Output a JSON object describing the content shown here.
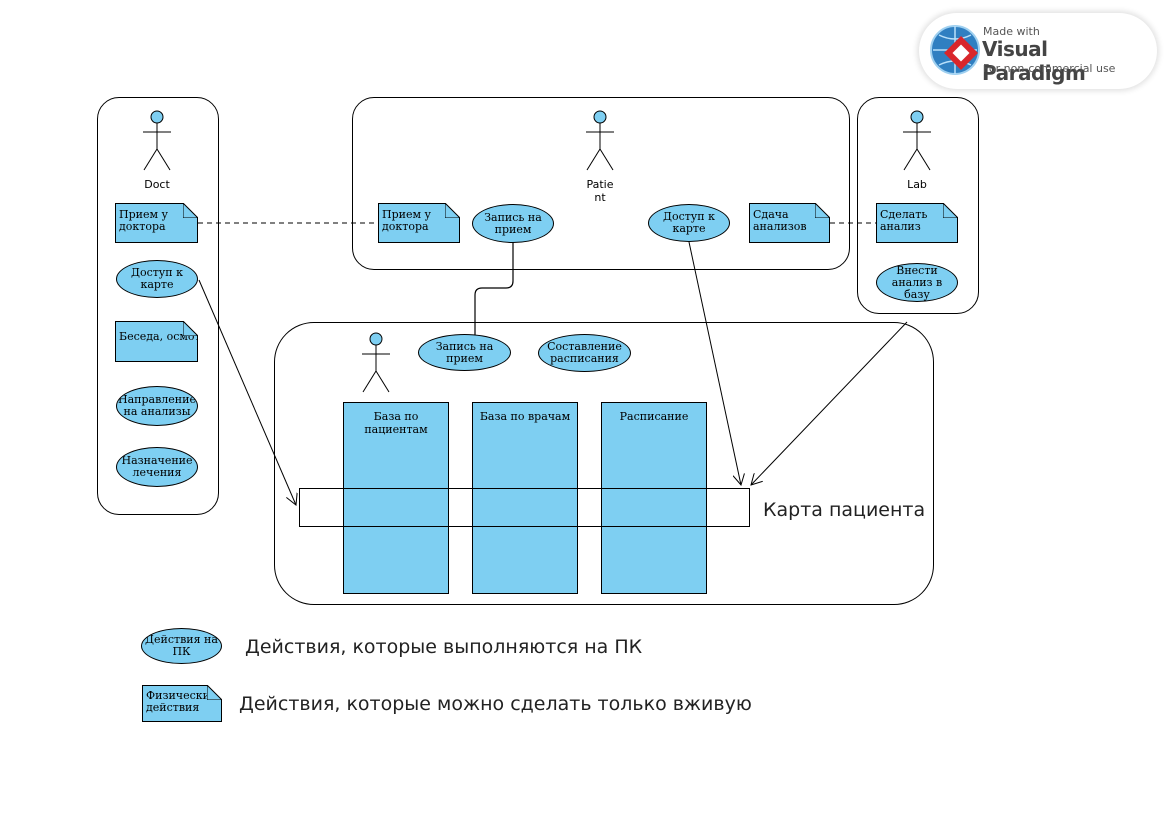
{
  "badge": {
    "line1": "Made with",
    "line2": "Visual Paradigm",
    "line3": "For non-commercial use"
  },
  "actors": {
    "doctor": "Doct",
    "patient": "Patie\nnt",
    "lab": "Lab"
  },
  "doctor_panel": {
    "note_appointment": "Прием у доктора",
    "card_access": "Доступ к карте",
    "note_conversation": "Беседа, осмотр",
    "referral": "Направление на анализы",
    "treatment": "Назначение лечения"
  },
  "patient_panel": {
    "note_appointment": "Прием у доктора",
    "book_appointment": "Запись на прием",
    "card_access": "Доступ к карте",
    "note_tests": "Сдача анализов"
  },
  "lab_panel": {
    "note_do_test": "Сделать анализ",
    "enter_result": "Внести анализ в базу"
  },
  "system_panel": {
    "book_appointment": "Запись на прием",
    "make_schedule": "Составление расписания",
    "db_patients": "База по пациентам",
    "db_doctors": "База по врачам",
    "db_schedule": "Расписание",
    "patient_card": "Карта пациента"
  },
  "legend": {
    "ellipse_sample": "Действия на ПК",
    "ellipse_caption": "Действия, которые выполняются на ПК",
    "note_sample": "Физические действия",
    "note_caption": "Действия, которые можно сделать только вживую"
  },
  "colors": {
    "fill": "#7ecff2",
    "stroke": "#000000"
  }
}
